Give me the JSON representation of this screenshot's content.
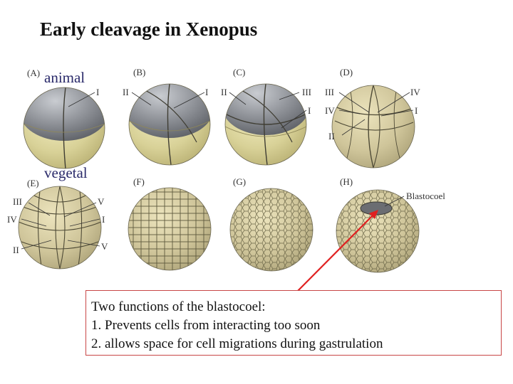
{
  "title": "Early cleavage in Xenopus",
  "panels": [
    {
      "letter": "(A)",
      "labels": [
        "I"
      ]
    },
    {
      "letter": "(B)",
      "labels": [
        "II",
        "I"
      ]
    },
    {
      "letter": "(C)",
      "labels": [
        "II",
        "III",
        "I"
      ]
    },
    {
      "letter": "(D)",
      "labels": [
        "III",
        "IV",
        "IV",
        "I",
        "II"
      ]
    },
    {
      "letter": "(E)",
      "labels": [
        "III",
        "V",
        "IV",
        "I",
        "II",
        "V"
      ]
    },
    {
      "letter": "(F)",
      "labels": []
    },
    {
      "letter": "(G)",
      "labels": []
    },
    {
      "letter": "(H)",
      "labels": [
        "Blastocoel"
      ]
    }
  ],
  "pole_labels": {
    "animal": "animal",
    "vegetal": "vegetal"
  },
  "note": {
    "heading": "Two functions of the blastocoel:",
    "items": [
      "1.  Prevents cells from interacting too soon",
      "2.  allows space for cell migrations during gastrulation"
    ]
  },
  "colors": {
    "animal_cap": "#8e9197",
    "vegetal": "#ddd69e",
    "arrow": "#e02020",
    "note_border": "#c84646"
  }
}
